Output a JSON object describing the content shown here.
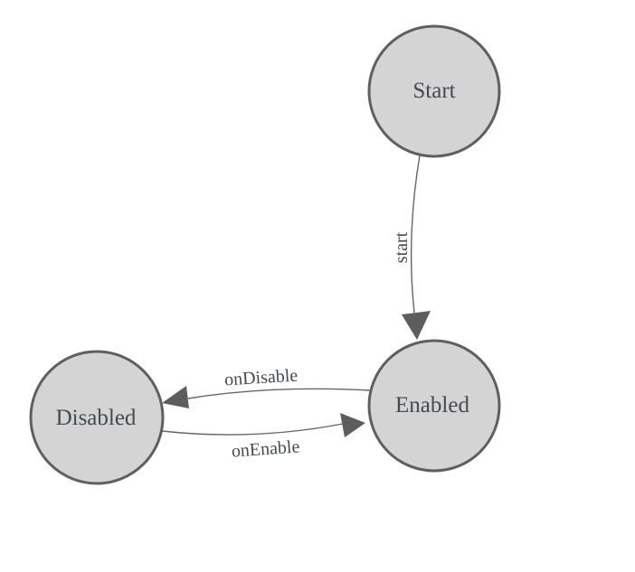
{
  "diagram": {
    "kind": "state-machine",
    "colors": {
      "background": "#ffffff",
      "node_fill": "#d4d4d4",
      "node_stroke": "#5f5f5f",
      "edge": "#666666",
      "arrow": "#5d5d5d",
      "text": "#46494e"
    },
    "nodes": [
      {
        "id": "start",
        "label": "Start"
      },
      {
        "id": "enabled",
        "label": "Enabled"
      },
      {
        "id": "disabled",
        "label": "Disabled"
      }
    ],
    "edges": [
      {
        "from": "start",
        "to": "enabled",
        "label": "start"
      },
      {
        "from": "enabled",
        "to": "disabled",
        "label": "onDisable"
      },
      {
        "from": "disabled",
        "to": "enabled",
        "label": "onEnable"
      }
    ]
  }
}
